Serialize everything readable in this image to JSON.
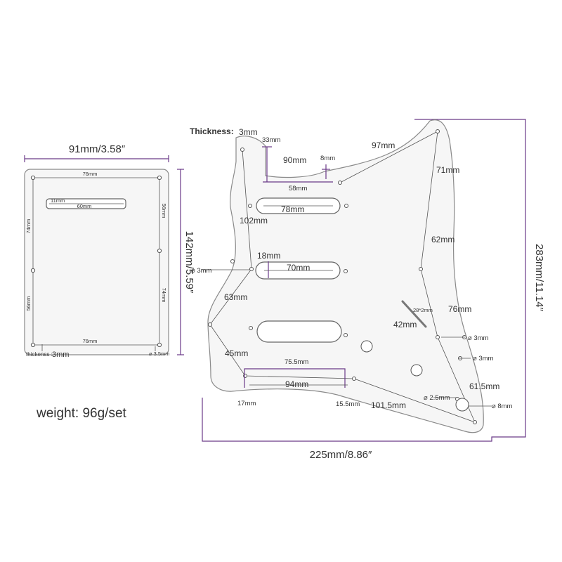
{
  "back_plate": {
    "top_width": "91mm/3.58″",
    "inner_top_width": "76mm",
    "inner_bottom_width": "76mm",
    "height": "142mm/5.59″",
    "left_upper": "74mm",
    "left_lower": "56mm",
    "right_upper": "56mm",
    "right_lower": "74mm",
    "slot_height": "11mm",
    "slot_width": "60mm",
    "thickness_label": "thickenss :",
    "thickness_value": "3mm",
    "hole_diameter": "⌀ 3.5mm"
  },
  "pickguard": {
    "thickness_label": "Thickness:",
    "thickness_value": "3mm",
    "neck_notch_depth": "33mm",
    "neck_notch_width": "90mm",
    "notch_gap": "8mm",
    "notch_bottom": "58mm",
    "horn_span": "97mm",
    "right_upper": "71mm",
    "right_mid": "62mm",
    "pickup1_width": "78mm",
    "left_upper": "102mm",
    "pickup2_height": "18mm",
    "pickup2_width": "70mm",
    "left_hole": "⌀ 3mm",
    "left_lower": "63mm",
    "switch_slot": "28*2mm",
    "switch_span": "42mm",
    "right_76": "76mm",
    "hole_3mm_a": "⌀ 3mm",
    "hole_3mm_b": "⌀ 3mm",
    "left_45": "45mm",
    "bottom_inner": "75.5mm",
    "bottom_94": "94mm",
    "right_61": "61.5mm",
    "hole_25": "⌀ 2.5mm",
    "hole_8": "⌀ 8mm",
    "bottom_17": "17mm",
    "bottom_155": "15.5mm",
    "bottom_1015": "101.5mm",
    "overall_width": "225mm/8.86″",
    "overall_height": "283mm/11.14″"
  },
  "weight": "weight: 96g/set"
}
